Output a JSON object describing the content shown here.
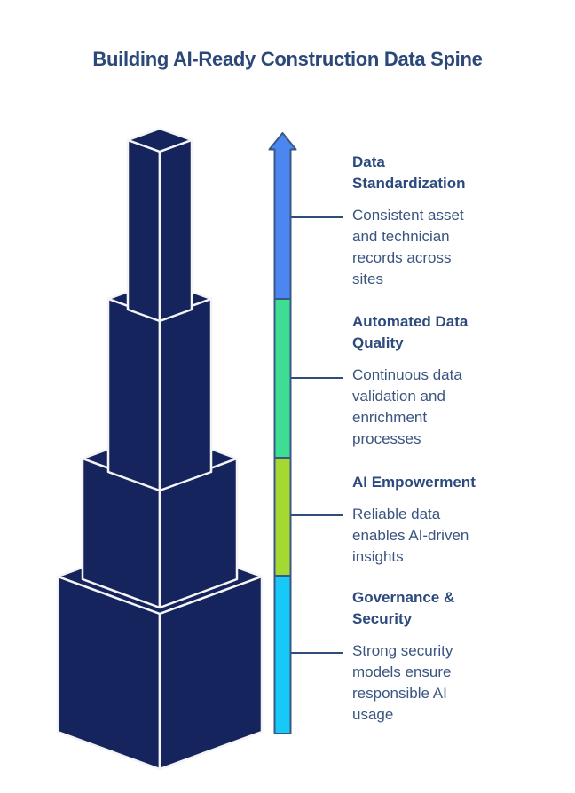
{
  "page": {
    "title": "Building AI-Ready Construction Data Spine"
  },
  "colors": {
    "navy": "#15245C",
    "edge": "#F4F4F6",
    "bar_border": "#3B5786",
    "connector": "#2F4C7C",
    "segment_blue": "#4C86F0",
    "segment_green": "#3DDD93",
    "segment_lime": "#A6D832",
    "segment_cyan": "#17C9F7",
    "title_text": "#2B4878",
    "heading_text": "#2C4A7D",
    "body_text": "#3A557F"
  },
  "icons": {
    "arrow": "up-arrow"
  },
  "sections": [
    {
      "title": "Data Standardization",
      "title_lines": [
        "Data",
        "Standardization"
      ],
      "description": "Consistent asset and technician records across sites",
      "desc_lines": [
        "Consistent asset",
        "and technician",
        "records across",
        "sites"
      ],
      "color": "#4C86F0"
    },
    {
      "title": "Automated Data Quality",
      "title_lines": [
        "Automated Data",
        "Quality"
      ],
      "description": "Continuous data validation and enrichment processes",
      "desc_lines": [
        "Continuous data",
        "validation and",
        "enrichment",
        "processes"
      ],
      "color": "#3DDD93"
    },
    {
      "title": "AI Empowerment",
      "title_lines": [
        "AI Empowerment"
      ],
      "description": "Reliable data enables AI-driven insights",
      "desc_lines": [
        "Reliable data",
        "enables AI-driven",
        "insights"
      ],
      "color": "#A6D832"
    },
    {
      "title": "Governance & Security",
      "title_lines": [
        "Governance &",
        "Security"
      ],
      "description": "Strong security models ensure responsible AI usage",
      "desc_lines": [
        "Strong security",
        "models ensure",
        "responsible AI",
        "usage"
      ],
      "color": "#17C9F7"
    }
  ]
}
